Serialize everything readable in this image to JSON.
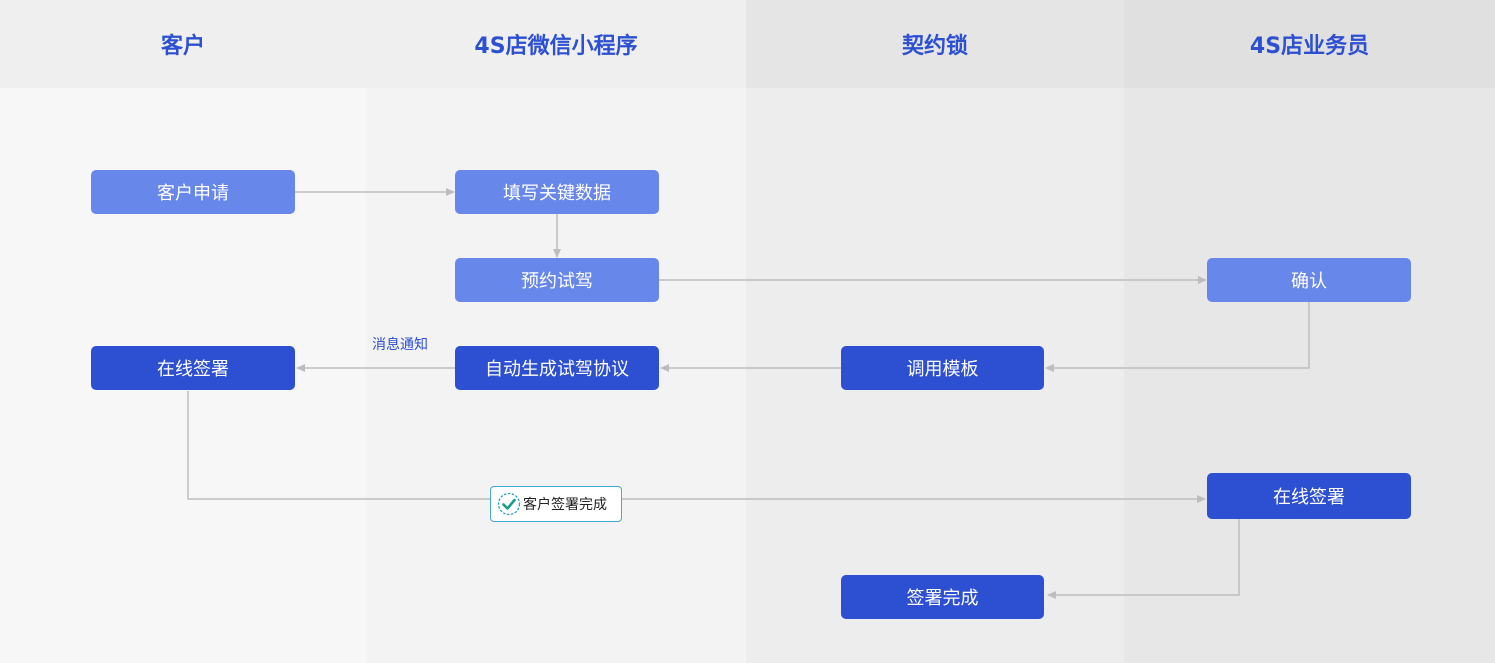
{
  "lanes": [
    "客户",
    "4S店微信小程序",
    "契约锁",
    "4S店业务员"
  ],
  "nodes": {
    "customer_apply": "客户申请",
    "fill_data": "填写关键数据",
    "book_test_drive": "预约试驾",
    "confirm": "确认",
    "online_sign_customer": "在线签署",
    "auto_generate": "自动生成试驾协议",
    "call_template": "调用模板",
    "online_sign_staff": "在线签署",
    "sign_complete": "签署完成"
  },
  "edge_labels": {
    "notify": "消息通知",
    "customer_signed": "客户签署完成"
  },
  "icons": {
    "badge": "check-circle-icon"
  },
  "colors": {
    "lane_title": "#2d4fd1",
    "node_light": "#6887ea",
    "node_dark": "#2d4fd1",
    "arrow": "#bdbdbd"
  }
}
